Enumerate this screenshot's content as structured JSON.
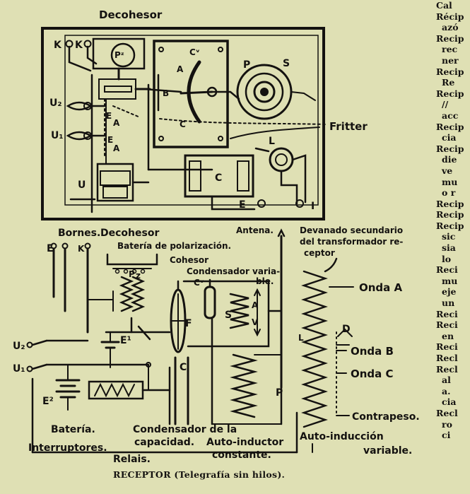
{
  "figure": {
    "caption": "RECEPTOR (Telegrafía sin hilos).",
    "top_apparatus": {
      "label_title": "Decohesor",
      "terminal_k": "K",
      "label_pz": "Pᶻ",
      "label_cv": "Cᵛ",
      "label_a_left": "A",
      "label_c_arc": "C",
      "label_b": "B",
      "label_p": "P",
      "label_s": "S",
      "label_u2": "U₂",
      "label_u1": "U₁",
      "label_e": "E",
      "label_a": "A",
      "label_u": "U",
      "label_c_box": "C",
      "label_l": "L",
      "label_fritter": "Fritter",
      "label_e_ground": "E",
      "label_i": "I"
    },
    "circuit_labels": {
      "bornes": "Bornes.",
      "decohesor": "Decohesor",
      "bateria_polarizacion": "Batería de polarización.",
      "cohesor": "Cohesor",
      "condensador_variable_1": "Condensador varia-",
      "condensador_variable_2": "ble.",
      "antena": "Antena.",
      "devanado_1": "Devanado secundario",
      "devanado_2": "del transformador re-",
      "devanado_3": "ceptor",
      "onda_a": "Onda A",
      "onda_b": "Onda B",
      "onda_c": "Onda C",
      "contrapeso": "Contrapeso.",
      "bateria": "Batería.",
      "interruptores": "Interruptores.",
      "relais": "Relais.",
      "condensador_capacidad_1": "Condensador de la",
      "condensador_capacidad_2": "capacidad.",
      "auto_inductor_1": "Auto-inductor",
      "auto_inductor_2": "constante.",
      "auto_induccion_1": "Auto-inducción",
      "auto_induccion_2": "variable.",
      "sym_e": "E",
      "sym_k": "K",
      "sym_pz": "P",
      "sym_z": "z",
      "sym_cv": "Cᵛ",
      "sym_f": "F",
      "sym_s": "S",
      "sym_a": "A",
      "sym_v": "V",
      "sym_e1": "E¹",
      "sym_c": "C",
      "sym_p": "P",
      "sym_l": "L",
      "sym_d": "D",
      "sym_u2": "U₂",
      "sym_u1": "U₁",
      "sym_e2": "E²"
    }
  },
  "right_column": [
    "Cal",
    "Récip",
    "azó",
    "Recip",
    "rec",
    "ner",
    "Recip",
    "Re",
    "Recip",
    "//",
    "acc",
    "Recip",
    "cia",
    "Recip",
    "die",
    "ve",
    "mu",
    "o r",
    "Recip",
    "Recip",
    "Recip",
    "sic",
    "sia",
    "lo",
    "Reci",
    "mu",
    "eje",
    "un",
    "Reci",
    "Reci",
    "en",
    "Reci",
    "Recl",
    "Recl",
    "al",
    "a.",
    "cia",
    "Recl",
    "ro",
    "ci"
  ]
}
